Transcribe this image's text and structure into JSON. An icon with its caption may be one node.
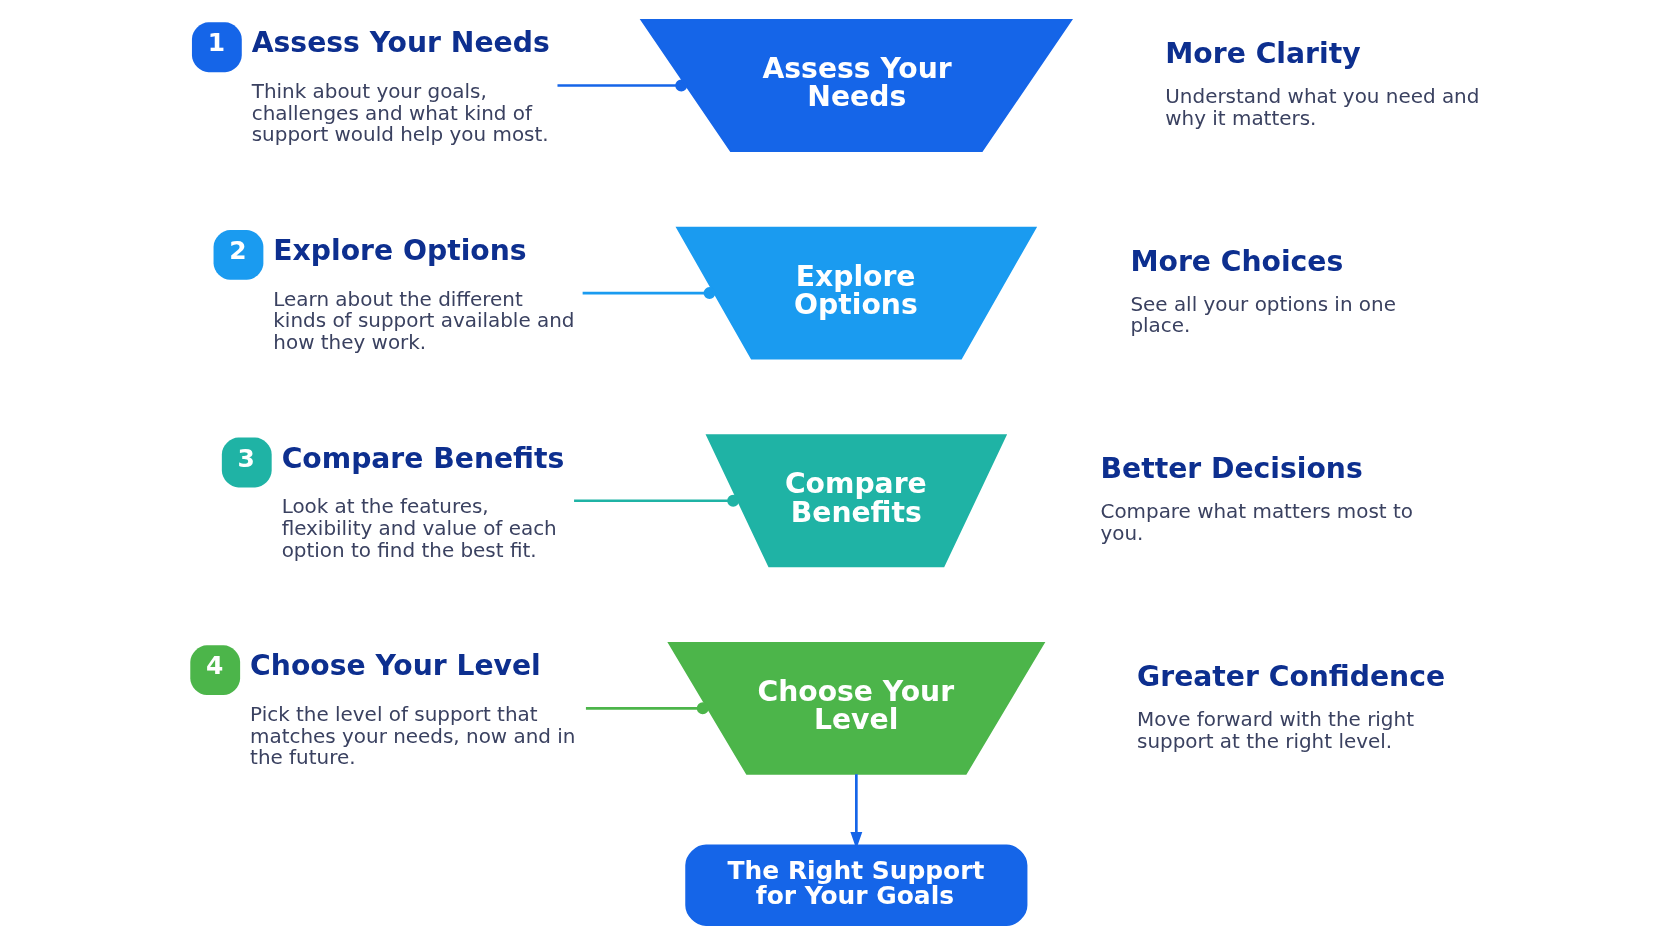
{
  "diagram": {
    "nodes": [
      {
        "text": [
          "1",
          "Assess Your Needs",
          "Think about your goals, challenges and what kind of support would help you most."
        ]
      },
      {
        "text": [
          "2",
          "Explore Options",
          "Learn about the different kinds of support available and how they work."
        ]
      },
      {
        "text": [
          "3",
          "Compare Benefits",
          "Look at the features, flexibility and value of each option to find the best fit."
        ]
      },
      {
        "text": [
          "4",
          "Choose Your Level",
          "Pick the level of support that matches your needs, now and in the future."
        ]
      },
      {
        "text": [
          "Assess Your Needs"
        ]
      },
      {
        "text": [
          "Explore Options"
        ]
      },
      {
        "text": [
          "Compare Benefits"
        ]
      },
      {
        "text": [
          "Choose Your Level"
        ]
      },
      {
        "text": [
          "The Right Support for Your Goals"
        ]
      },
      {
        "text": [
          "More Clarity",
          "Understand what you need and why it matters."
        ]
      },
      {
        "text": [
          "More Choices",
          "See all your options in one place."
        ]
      },
      {
        "text": [
          "Better Decisions",
          "Compare what matters most to you."
        ]
      },
      {
        "text": [
          "Greater Confidence",
          "Move forward with the right support at the right level."
        ]
      }
    ],
    "edges": [
      {
        "from": 0,
        "to": 4,
        "arrow": "other"
      },
      {
        "from": 1,
        "to": 5,
        "arrow": "other",
        "color": "#1a9bf0"
      },
      {
        "from": 2,
        "to": 6,
        "arrow": "other",
        "color": "#1fb3a5"
      },
      {
        "from": 3,
        "to": 7,
        "arrow": "other",
        "color": "#4cb54a"
      },
      {
        "from": 7,
        "to": 8,
        "arrow": "to"
      }
    ]
  }
}
